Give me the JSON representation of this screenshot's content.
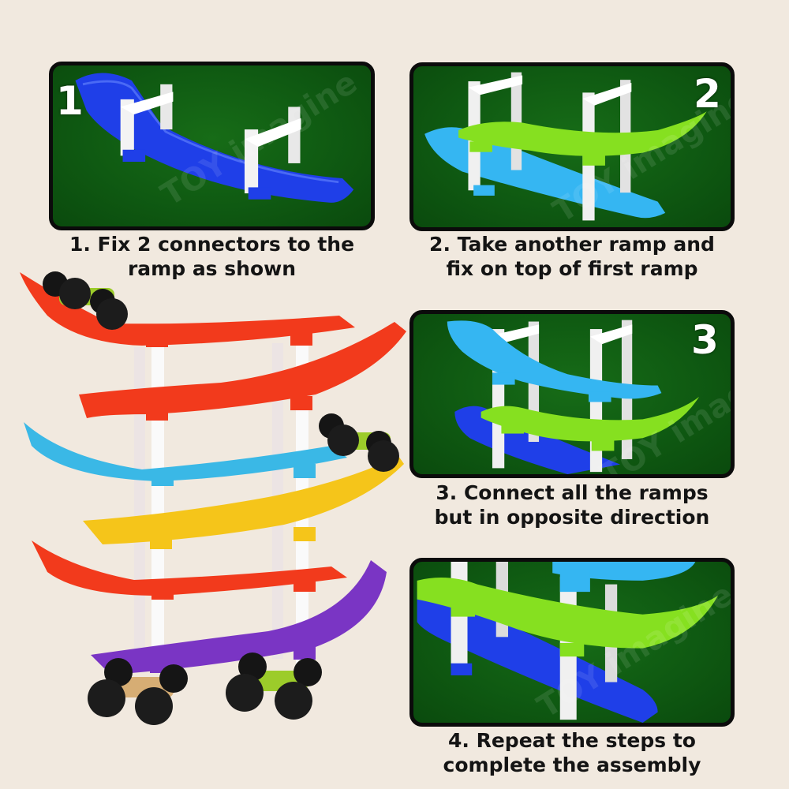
{
  "steps": [
    {
      "number": "1",
      "caption_line1": "1. Fix 2 connectors to the",
      "caption_line2": "ramp as shown",
      "ramp_colors": [
        "#1f3fe8"
      ]
    },
    {
      "number": "2",
      "caption_line1": "2. Take another ramp and",
      "caption_line2": "fix on top of first ramp",
      "ramp_colors": [
        "#35b6f2",
        "#86e020"
      ]
    },
    {
      "number": "3",
      "caption_line1": "3. Connect all the ramps",
      "caption_line2": "but in opposite direction",
      "ramp_colors": [
        "#35b6f2",
        "#86e020",
        "#1f3fe8"
      ]
    },
    {
      "number": "",
      "caption_line1": "4. Repeat the steps to",
      "caption_line2": "complete the assembly",
      "ramp_colors": [
        "#35b6f2",
        "#86e020",
        "#1f3fe8"
      ]
    }
  ],
  "watermark": "TOY imagine",
  "product": {
    "ramp_colors_top_to_bottom": [
      "#f23a1c",
      "#f23a1c",
      "#3ab8e6",
      "#f5c51a",
      "#f23a1c",
      "#7a35c4"
    ],
    "car_count": 4
  },
  "colors": {
    "background": "#f1e9df",
    "panel_bg": "#0f5a12",
    "panel_border": "#0b0b0b",
    "text": "#141414",
    "connector": "#f3f3f3"
  }
}
